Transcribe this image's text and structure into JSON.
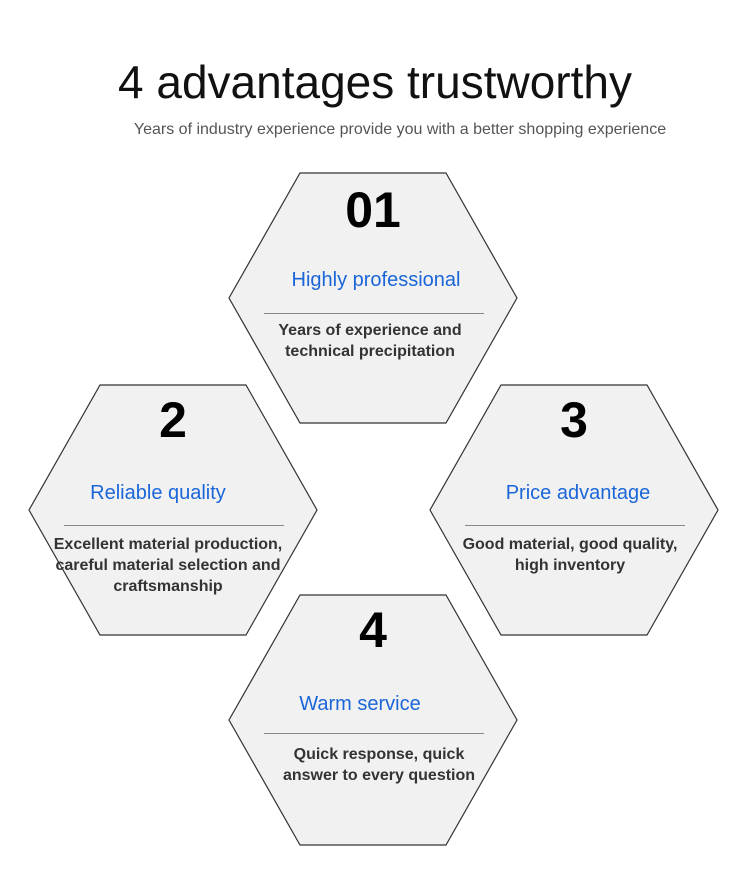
{
  "header": {
    "title": "4 advantages trustworthy",
    "subtitle": "Years of industry experience provide you with a better shopping experience"
  },
  "colors": {
    "hex_fill": "#f1f1f1",
    "hex_stroke": "#333333",
    "heading": "#1a66d9",
    "number": "#000000",
    "description": "#333333"
  },
  "advantages": [
    {
      "number": "01",
      "heading": "Highly professional",
      "description": "Years of experience and technical precipitation"
    },
    {
      "number": "2",
      "heading": "Reliable quality",
      "description": "Excellent material production, careful material selection and craftsmanship"
    },
    {
      "number": "3",
      "heading": "Price advantage",
      "description": "Good material, good quality, high inventory"
    },
    {
      "number": "4",
      "heading": "Warm service",
      "description": "Quick response, quick answer to every question"
    }
  ]
}
